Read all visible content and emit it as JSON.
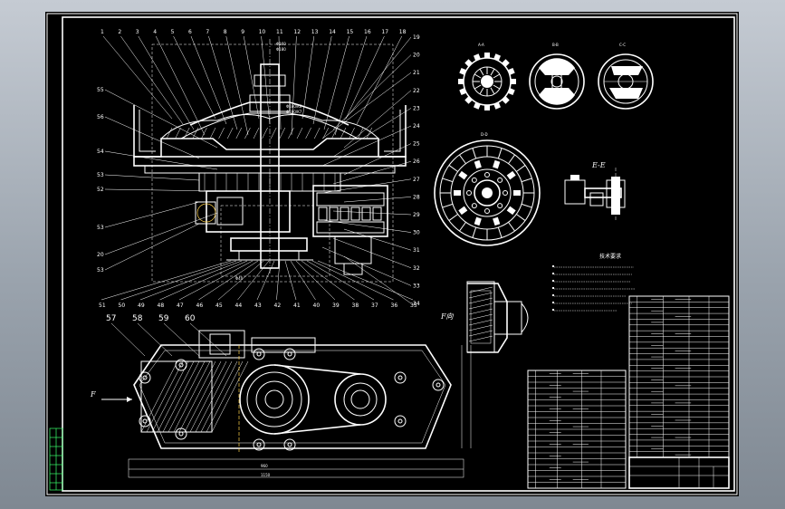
{
  "drawing": {
    "top_callouts": [
      "1",
      "2",
      "3",
      "4",
      "5",
      "6",
      "7",
      "8",
      "9",
      "10",
      "11",
      "12",
      "13",
      "14",
      "15",
      "16",
      "17",
      "18"
    ],
    "right_callouts": [
      "19",
      "20",
      "21",
      "22",
      "23",
      "24",
      "25",
      "26",
      "27",
      "28",
      "29",
      "30",
      "31",
      "32",
      "33",
      "34"
    ],
    "bottom_callouts": [
      "51",
      "50",
      "49",
      "48",
      "47",
      "46",
      "45",
      "44",
      "43",
      "42",
      "41",
      "40",
      "39",
      "38",
      "37",
      "36",
      "35"
    ],
    "left_callouts": [
      "55",
      "56",
      "54",
      "53",
      "52",
      "53",
      "20",
      "53"
    ],
    "plan_callouts": [
      "57",
      "58",
      "59",
      "60"
    ],
    "force_label_main": "F",
    "force_label_side": "F向",
    "section_labels": {
      "a": "A-A",
      "b": "B-B",
      "c": "C-C",
      "d": "D-D",
      "e": "E-E"
    },
    "tech_title": "技术要求",
    "colors": {
      "background_outer": "#9aa3ad",
      "sheet": "#000000",
      "line": "#ffffff",
      "accent_cyan": "#58d6ff",
      "accent_yellow": "#ffd24a",
      "accent_green": "#39ff6a"
    }
  }
}
